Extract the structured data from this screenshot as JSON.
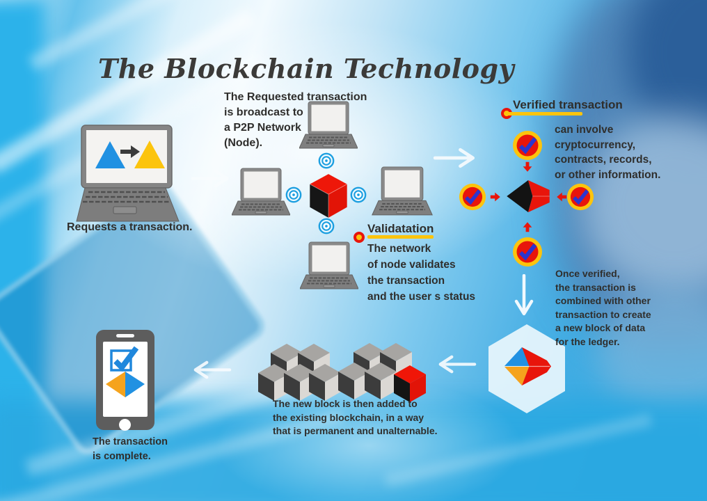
{
  "title": "The Blockchain Technology",
  "palette": {
    "accent_red": "#e8150b",
    "accent_yellow": "#fcc40d",
    "accent_blue": "#1e90e0",
    "accent_orange": "#f5a31d",
    "check_blue": "#2b35cf",
    "signal_blue": "#1d9fe0",
    "text_dark": "#2f2e2c"
  },
  "figures": {
    "request_laptop": "laptop-screen-blue-to-yellow-triangle-transfer-icon",
    "p2p_network": "red-cube-node-linked-to-four-laptops-icon",
    "verified_network": "red-black-cube-with-four-check-badges-icon",
    "ledger_block": "hexagon-badge-with-blue-orange-red-cube-icon",
    "blockchain": "cluster-of-grey-cubes-plus-new-red-cube-icon",
    "phone": "smartphone-with-checked-box-and-diamond-icon"
  },
  "steps": {
    "request": {
      "caption": "Requests a transaction."
    },
    "broadcast": {
      "lines": [
        "The Requested transaction",
        "is broadcast to",
        "a P2P Network",
        "(Node)."
      ]
    },
    "validation": {
      "heading": "Validatation",
      "lines": [
        "The network",
        "of node validates",
        "the transaction",
        "and the user s status"
      ]
    },
    "verified": {
      "heading": "Verified transaction",
      "lines": [
        "can involve",
        "cryptocurrency,",
        "contracts, records,",
        "or other information."
      ]
    },
    "ledger": {
      "lines": [
        "Once verified,",
        "the transaction is",
        "combined with other",
        "transaction to create",
        "a new block of data",
        "for the ledger."
      ]
    },
    "chain": {
      "lines": [
        "The new block is then added to",
        "the existing blockchain, in a way",
        "that is permanent and unalternable."
      ]
    },
    "complete": {
      "lines": [
        "The transaction",
        "is complete."
      ]
    }
  }
}
